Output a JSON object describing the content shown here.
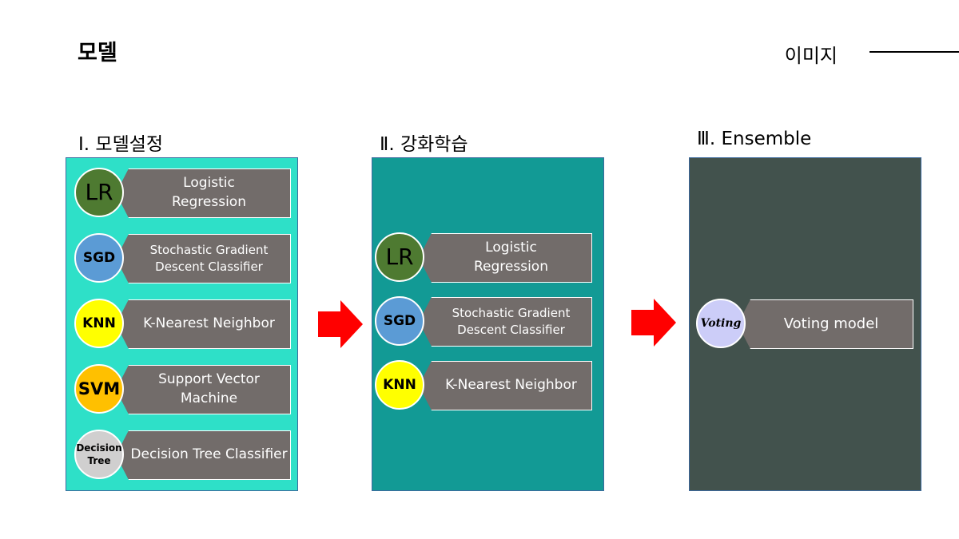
{
  "header": {
    "title": "모델",
    "section": "이미지"
  },
  "stages": [
    {
      "label": "Ⅰ. 모델설정",
      "items": [
        {
          "badge": "LR",
          "badge_color": "#4e7a31",
          "text": "Logistic\nRegression"
        },
        {
          "badge": "SGD",
          "badge_color": "#5b9bd5",
          "text": "Stochastic Gradient\nDescent Classifier"
        },
        {
          "badge": "KNN",
          "badge_color": "#ffff00",
          "text": "K-Nearest Neighbor"
        },
        {
          "badge": "SVM",
          "badge_color": "#ffc000",
          "text": "Support Vector Machine"
        },
        {
          "badge": "Decision\nTree",
          "badge_color": "#d0cfcf",
          "text": "Decision Tree Classifier"
        }
      ],
      "panel_color": "#2ee0c8"
    },
    {
      "label": "Ⅱ. 강화학습",
      "items": [
        {
          "badge": "LR",
          "badge_color": "#4e7a31",
          "text": "Logistic\nRegression"
        },
        {
          "badge": "SGD",
          "badge_color": "#5b9bd5",
          "text": "Stochastic Gradient\nDescent Classifier"
        },
        {
          "badge": "KNN",
          "badge_color": "#ffff00",
          "text": "K-Nearest Neighbor"
        }
      ],
      "panel_color": "#129a95"
    },
    {
      "label": "Ⅲ. Ensemble",
      "items": [
        {
          "badge": "Voting",
          "badge_color": "#cccdf8",
          "text": "Voting model"
        }
      ],
      "panel_color": "#42524d"
    }
  ],
  "arrow_color": "#ff0000"
}
